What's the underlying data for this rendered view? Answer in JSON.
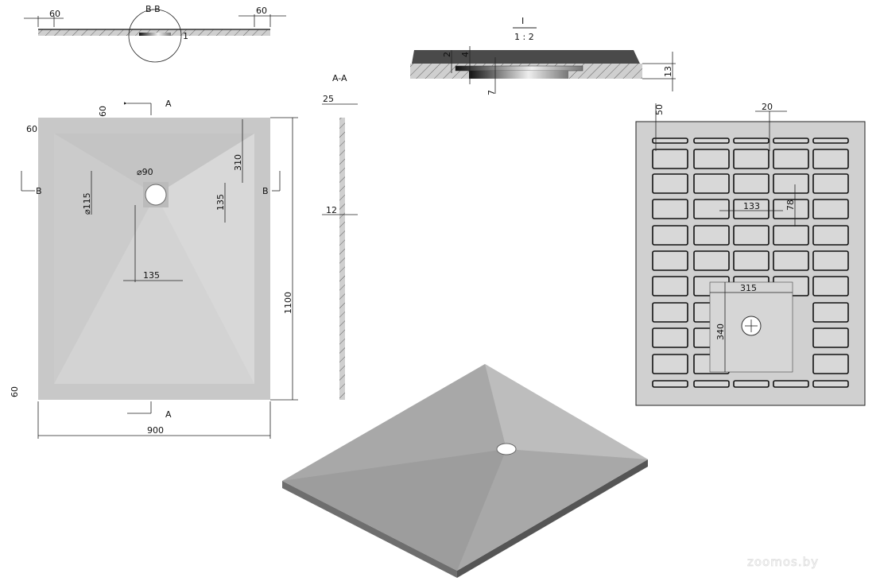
{
  "section_bb": {
    "title": "B-B",
    "dim_left": "60",
    "dim_right": "60",
    "detail_ref": "1"
  },
  "detail_i": {
    "title": "I",
    "scale": "1 : 2",
    "dims": {
      "d2": "2",
      "d4": "4",
      "d7": "7",
      "d13": "13"
    }
  },
  "plan_view": {
    "section_a_top": "A",
    "section_a_bottom": "A",
    "section_b_left": "B",
    "section_b_right": "B",
    "dims": {
      "top_60": "60",
      "left_60": "60",
      "d310": "310",
      "dia90": "⌀90",
      "dia115": "⌀115",
      "v135": "135",
      "h135": "135",
      "h1100": "1100",
      "bottom_60": "60",
      "w900": "900"
    }
  },
  "section_aa": {
    "title": "A-A",
    "d25": "25",
    "d12": "12"
  },
  "underside_view": {
    "dims": {
      "d50": "50",
      "d20": "20",
      "d133": "133",
      "d78": "78",
      "d315": "315",
      "d340": "340"
    }
  },
  "watermark": "zoomos.by",
  "colors": {
    "tray": "#c8c8c8",
    "tray_dark": "#a9a9a9",
    "hatch_fill": "#cfcfcf",
    "slab": "#4a4a4a"
  }
}
